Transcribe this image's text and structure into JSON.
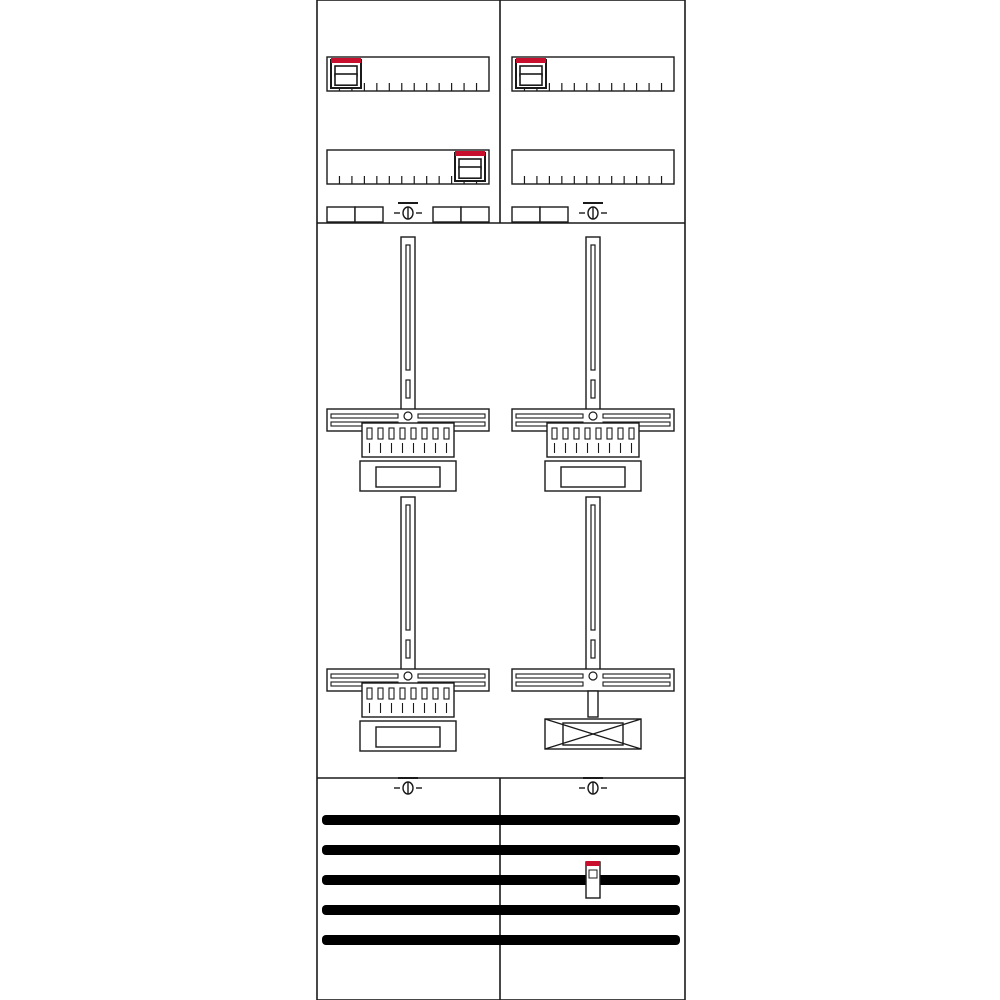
{
  "diagram": {
    "type": "meter-cabinet-layout",
    "colors": {
      "line": "#1a1a1a",
      "fill": "#ffffff",
      "accent_red": "#c8102e",
      "busbar": "#000000",
      "background": "#ffffff"
    },
    "columns": 2,
    "top_section": {
      "rail_rows": 2,
      "columns": [
        {
          "row1_red_module": "left",
          "row2_red_module": "right",
          "terminal_blocks": 4
        },
        {
          "row1_red_module": "left",
          "row2_red_module": "none",
          "terminal_blocks": 2
        }
      ],
      "fuse_symbols": 2
    },
    "meter_section": {
      "rows": 2,
      "meter_places": [
        {
          "position": "top-left",
          "status": "equipped"
        },
        {
          "position": "top-right",
          "status": "equipped"
        },
        {
          "position": "bottom-left",
          "status": "equipped"
        },
        {
          "position": "bottom-right",
          "status": "empty"
        }
      ]
    },
    "bottom_section": {
      "busbars": 5,
      "fuse_symbols": 2,
      "red_module_column": "right",
      "red_module_on_busbar": 3
    },
    "icons": [
      "fuse-symbol-icon",
      "circuit-breaker-icon",
      "meter-bracket-icon",
      "terminal-block-icon",
      "busbar-icon"
    ]
  }
}
